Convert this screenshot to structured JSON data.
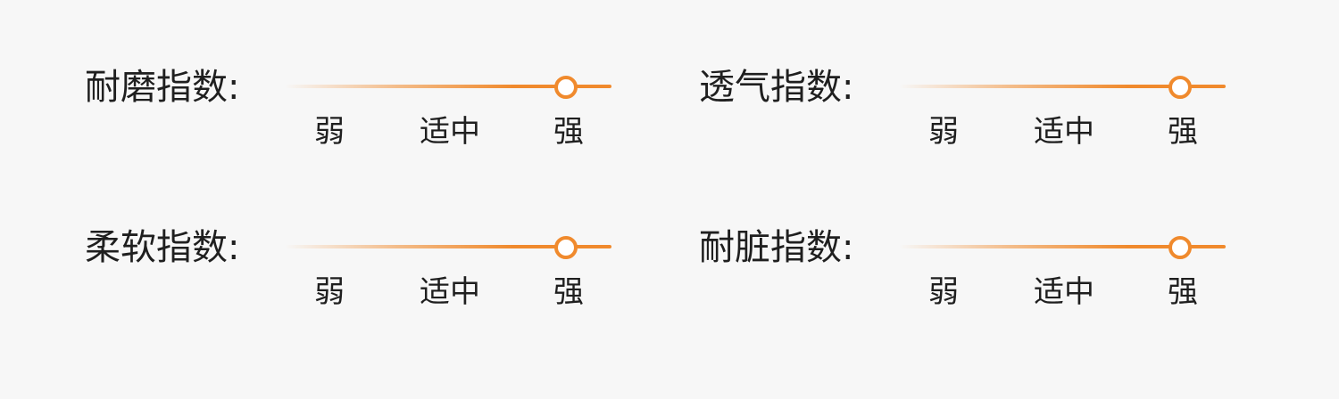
{
  "accent_color": "#f08a2d",
  "scale_labels": [
    "弱",
    "适中",
    "强"
  ],
  "ratings": [
    {
      "label": "耐磨指数:",
      "level": 0.86
    },
    {
      "label": "透气指数:",
      "level": 0.86
    },
    {
      "label": "柔软指数:",
      "level": 0.86
    },
    {
      "label": "耐脏指数:",
      "level": 0.86
    }
  ]
}
